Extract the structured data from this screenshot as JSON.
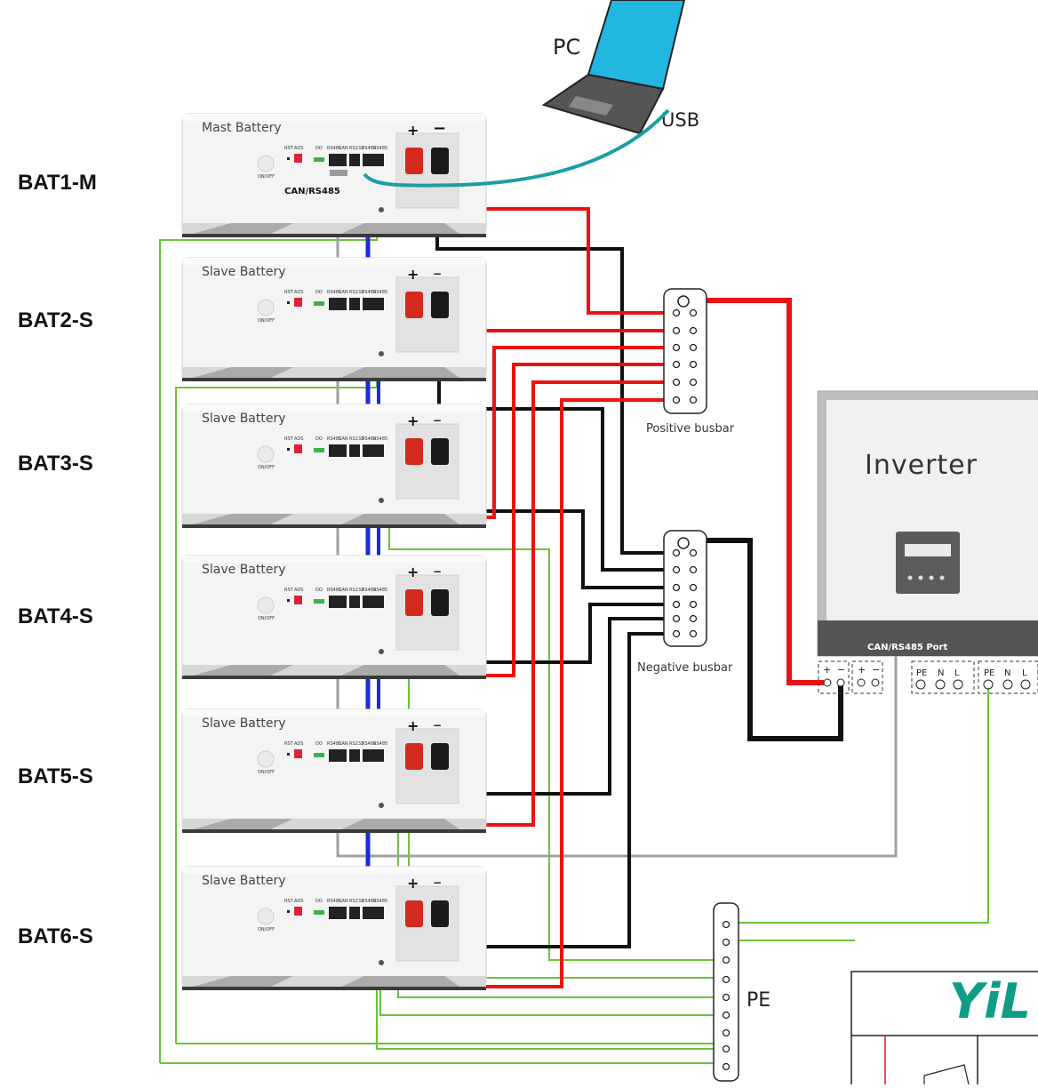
{
  "labels": {
    "pc": "PC",
    "usb": "USB",
    "positive_busbar": "Positive busbar",
    "negative_busbar": "Negative busbar",
    "pe": "PE",
    "inverter": "Inverter",
    "can_port": "CAN/RS485 Port",
    "can_rs485_m": "CAN/RS485",
    "brand": "YiL"
  },
  "batteries": [
    {
      "id": "BAT1-M",
      "title": "Mast Battery"
    },
    {
      "id": "BAT2-S",
      "title": "Slave Battery"
    },
    {
      "id": "BAT3-S",
      "title": "Slave Battery"
    },
    {
      "id": "BAT4-S",
      "title": "Slave Battery"
    },
    {
      "id": "BAT5-S",
      "title": "Slave Battery"
    },
    {
      "id": "BAT6-S",
      "title": "Slave Battery"
    }
  ],
  "battery_panel": {
    "rst": "RST",
    "ads": "ADS",
    "do": "DO",
    "on_off": "ON/OFF",
    "ports": [
      "RS485",
      "CAN",
      "RS232",
      "RS485",
      "RS485"
    ],
    "plus": "+",
    "minus": "−"
  },
  "inverter_terminals": {
    "dc": [
      "+",
      "−",
      "+",
      "−"
    ],
    "ac_in": [
      "PE",
      "N",
      "L"
    ],
    "ac_out": [
      "PE",
      "N",
      "L"
    ]
  },
  "colors": {
    "positive": "#ee1111",
    "negative": "#111111",
    "can": "#1a2cd8",
    "ground": "#6cc33a",
    "usb": "#1a9ea5",
    "gray": "#a0a0a0"
  }
}
